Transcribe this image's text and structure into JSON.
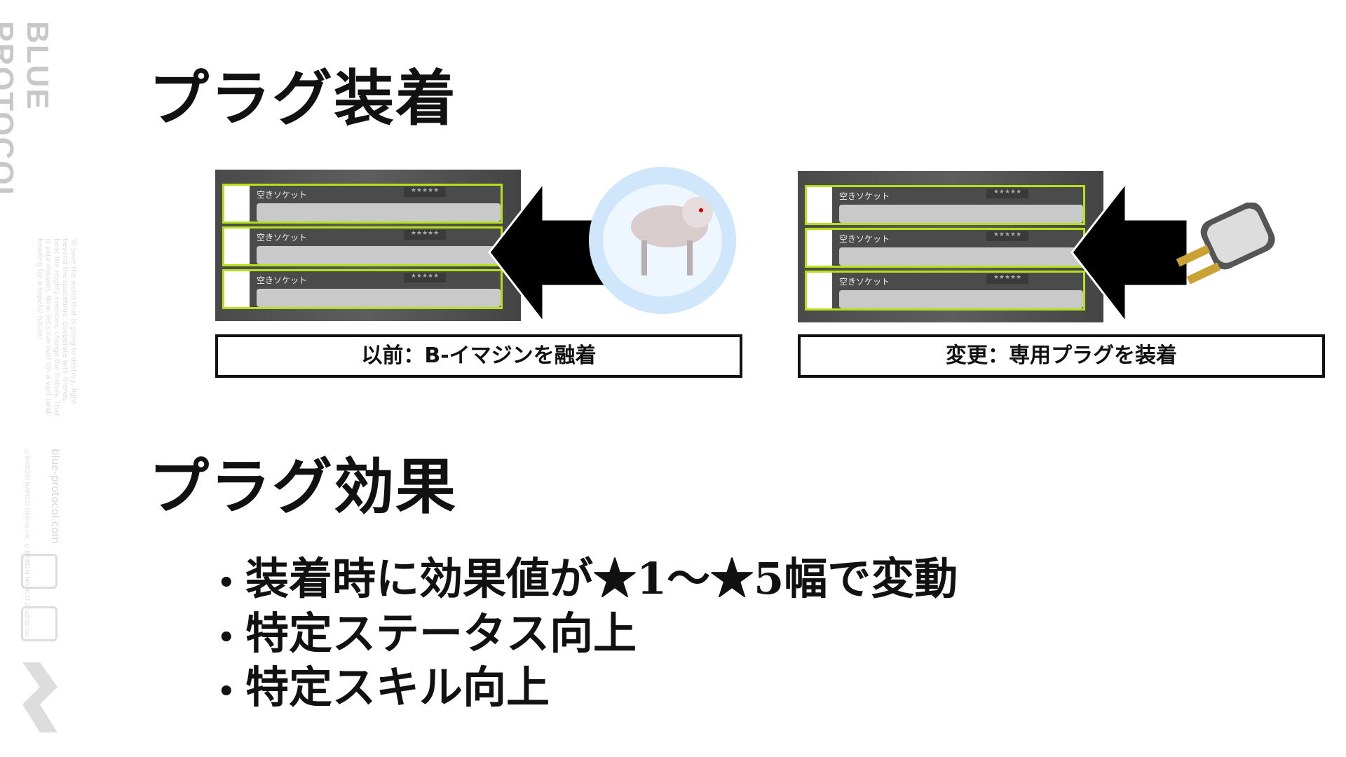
{
  "sidebar": {
    "logo": "BLUE PROTOCOL",
    "tagline": "To save the world that is going to destroy, fight beyond the spacetime. Cooperate with friends, beat the mighty enemies, change the history. That is your mission. Now, let's run out! On a vast land, heading for a hopeful future!",
    "url": "blue-protocol.com",
    "copyright": "©BANDAI NAMCO Online Inc. ©BANDAI NAMCO Studios Inc."
  },
  "section1": {
    "title": "プラグ装着"
  },
  "left": {
    "slots": [
      {
        "name": "空きソケット",
        "stars": "★★★★★"
      },
      {
        "name": "空きソケット",
        "stars": "★★★★★"
      },
      {
        "name": "空きソケット",
        "stars": "★★★★★"
      }
    ],
    "caption": "以前：B-イマジンを融着"
  },
  "right": {
    "slots": [
      {
        "name": "空きソケット",
        "stars": "★★★★★"
      },
      {
        "name": "空きソケット",
        "stars": "★★★★★"
      },
      {
        "name": "空きソケット",
        "stars": "★★★★★"
      }
    ],
    "caption": "変更：専用プラグを装着"
  },
  "section2": {
    "title": "プラグ効果",
    "bullets": [
      "装着時に効果値が★1～★5幅で変動",
      "特定ステータス向上",
      "特定スキル向上"
    ]
  }
}
